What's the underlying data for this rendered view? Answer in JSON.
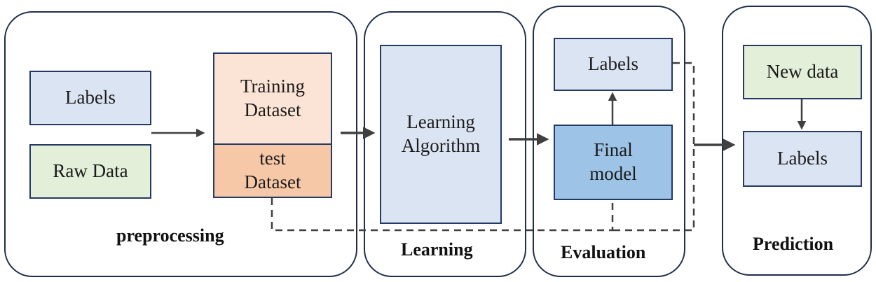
{
  "colors": {
    "border": "#243a63",
    "panel_border": "#1f2d4d",
    "label_fill": "#dbe4f3",
    "raw_fill": "#e3efd9",
    "training_fill": "#fbe4d6",
    "test_fill": "#f7c8a8",
    "algorithm_fill": "#dbe4f3",
    "final_model_fill": "#9dc3e6",
    "new_data_fill": "#e3efd9",
    "arrow": "#404040"
  },
  "preprocessing": {
    "title": "preprocessing",
    "labels_box": "Labels",
    "raw_data_box": "Raw Data",
    "training_box": "Training\nDataset",
    "test_box": "test\nDataset"
  },
  "learning": {
    "title": "Learning",
    "algorithm_box": "Learning\nAlgorithm"
  },
  "evaluation": {
    "title": "Evaluation",
    "labels_box": "Labels",
    "final_model_box": "Final\nmodel"
  },
  "prediction": {
    "title": "Prediction",
    "new_data_box": "New data",
    "labels_box": "Labels"
  }
}
